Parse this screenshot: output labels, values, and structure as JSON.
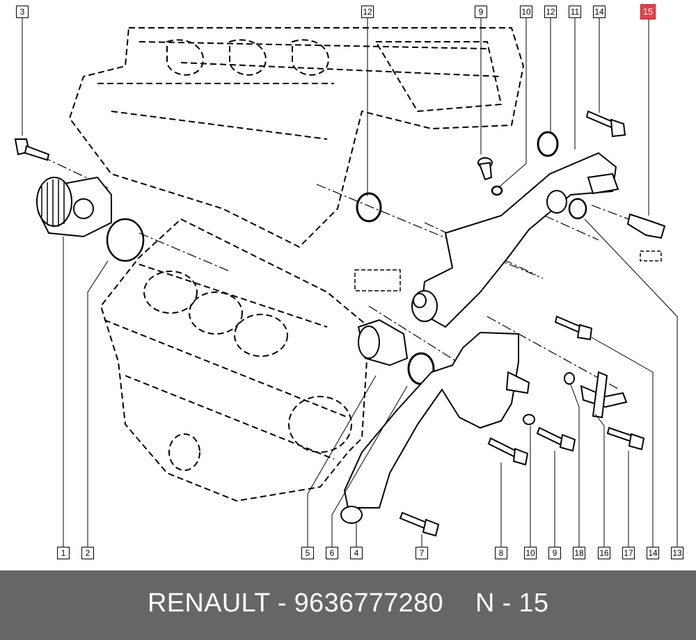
{
  "footer": {
    "reference": "RENAULT - 9636777280",
    "position_label": "N - 15"
  },
  "colors": {
    "highlight": "#e8404a",
    "footer_bg": "#666666",
    "line": "#000000"
  },
  "callouts": {
    "top": [
      "3",
      "12",
      "9",
      "10",
      "12",
      "11",
      "14",
      "15"
    ],
    "bottom": [
      "1",
      "2",
      "5",
      "6",
      "4",
      "7",
      "8",
      "10",
      "9",
      "18",
      "16",
      "17",
      "14",
      "13"
    ],
    "highlighted": "15"
  }
}
